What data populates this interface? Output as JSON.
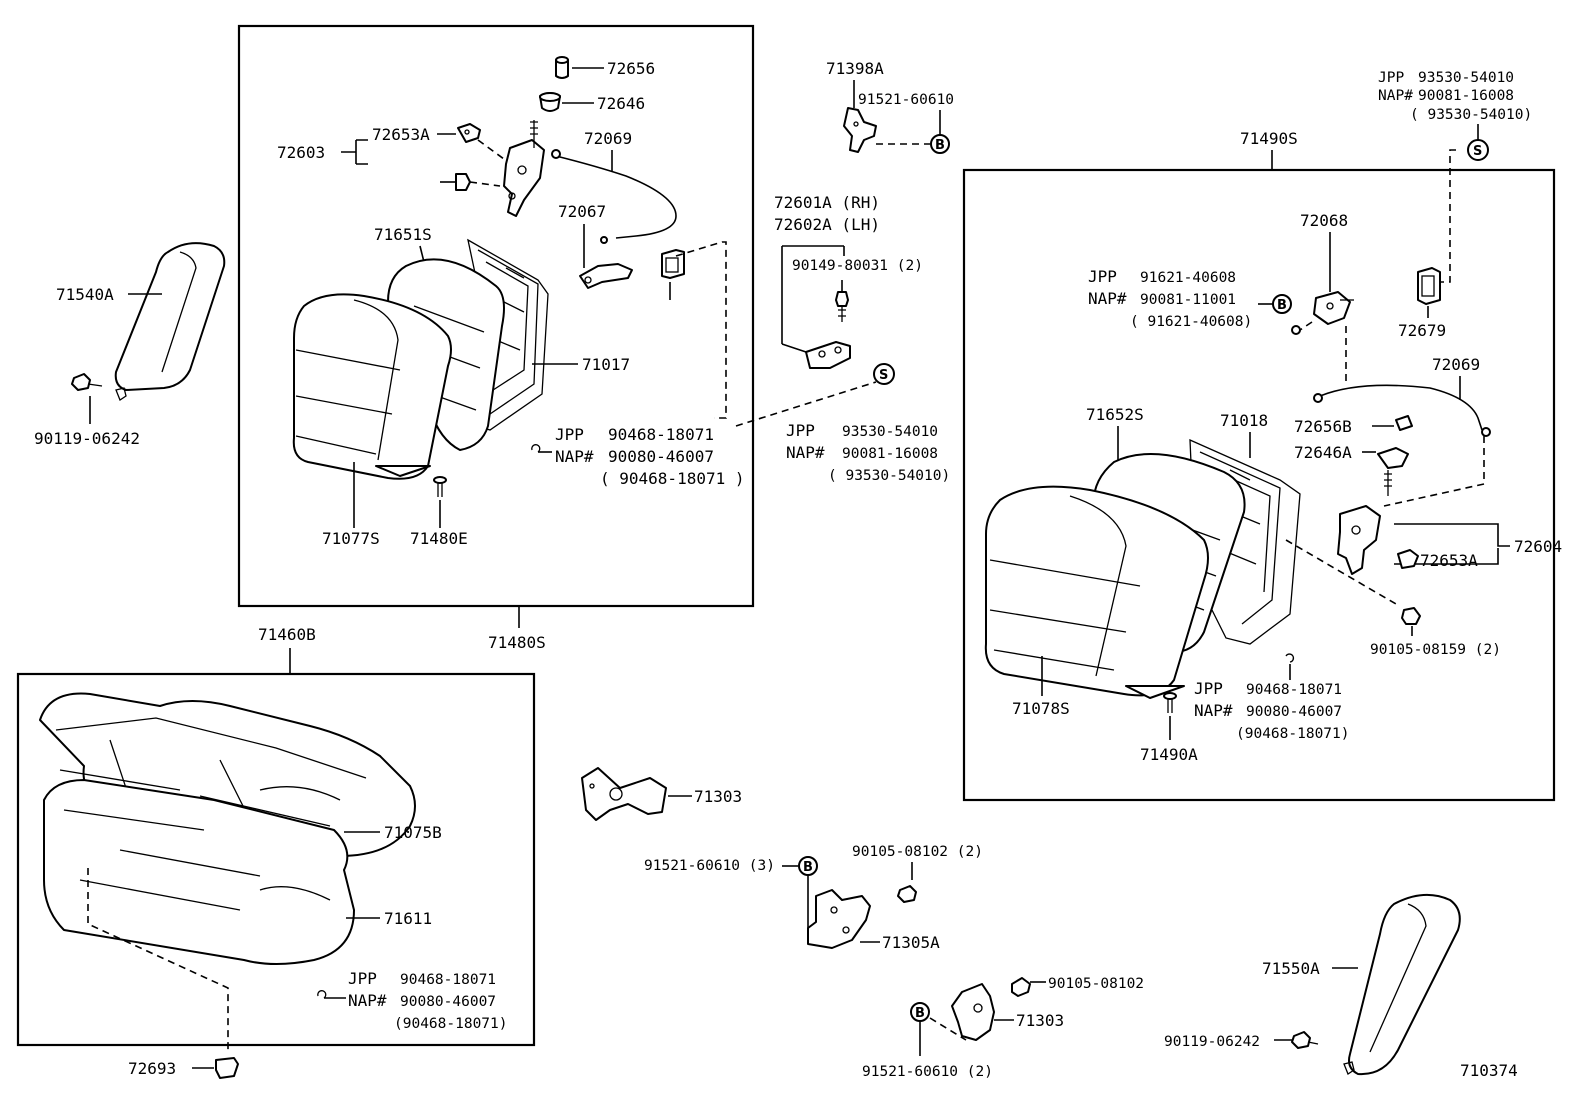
{
  "labels": {
    "p72656": "72656",
    "p72646": "72646",
    "p72603": "72603",
    "p72653A_l": "72653A",
    "p72069_l": "72069",
    "p72067": "72067",
    "p71651S": "71651S",
    "p71017": "71017",
    "p71540A": "71540A",
    "p90119_l": "90119-06242",
    "p71077S": "71077S",
    "p71480E": "71480E",
    "p71480S": "71480S",
    "p71460B": "71460B",
    "jppA": "JPP",
    "jppA_val": "90468-18071",
    "napA": "NAP#",
    "napA_val": "90080-46007",
    "napA_alt": "( 90468-18071 )",
    "p71398A": "71398A",
    "p91521_top": "91521-60610",
    "p72601A": "72601A (RH)",
    "p72602A": "72602A (LH)",
    "p90149": "90149-80031 (2)",
    "jppC": "JPP",
    "jppC_val": "93530-54010",
    "napC": "NAP#",
    "napC_val": "90081-16008",
    "napC_alt": "( 93530-54010)",
    "jppTR": "JPP",
    "jppTR_val": "93530-54010",
    "napTR": "NAP#",
    "napTR_val": "90081-16008",
    "napTR_alt": "( 93530-54010)",
    "p71490S": "71490S",
    "p72068": "72068",
    "jppB": "JPP",
    "jppB_val": "91621-40608",
    "napB": "NAP#",
    "napB_val": "90081-11001",
    "napB_alt": "( 91621-40608)",
    "p72679": "72679",
    "p72069_r": "72069",
    "p71652S": "71652S",
    "p71018": "71018",
    "p72656B": "72656B",
    "p72646A": "72646A",
    "p72604": "72604",
    "p72653A_r": "72653A",
    "p90105_08159": "90105-08159 (2)",
    "p71078S": "71078S",
    "jppD": "JPP",
    "jppD_val": "90468-18071",
    "napD": "NAP#",
    "napD_val": "90080-46007",
    "napD_alt": "(90468-18071)",
    "p71490A": "71490A",
    "p71075B": "71075B",
    "p71611": "71611",
    "jppE": "JPP",
    "jppE_val": "90468-18071",
    "napE": "NAP#",
    "napE_val": "90080-46007",
    "napE_alt": "(90468-18071)",
    "p72693": "72693",
    "p71303_top": "71303",
    "p91521_3": "91521-60610 (3)",
    "p90105_08102_2": "90105-08102 (2)",
    "p71305A": "71305A",
    "p90105_08102": "90105-08102",
    "p71303_bot": "71303",
    "p91521_2": "91521-60610 (2)",
    "p71550A": "71550A",
    "p90119_r": "90119-06242",
    "diagram_id": "710374",
    "circle_B": "B",
    "circle_S": "S"
  }
}
